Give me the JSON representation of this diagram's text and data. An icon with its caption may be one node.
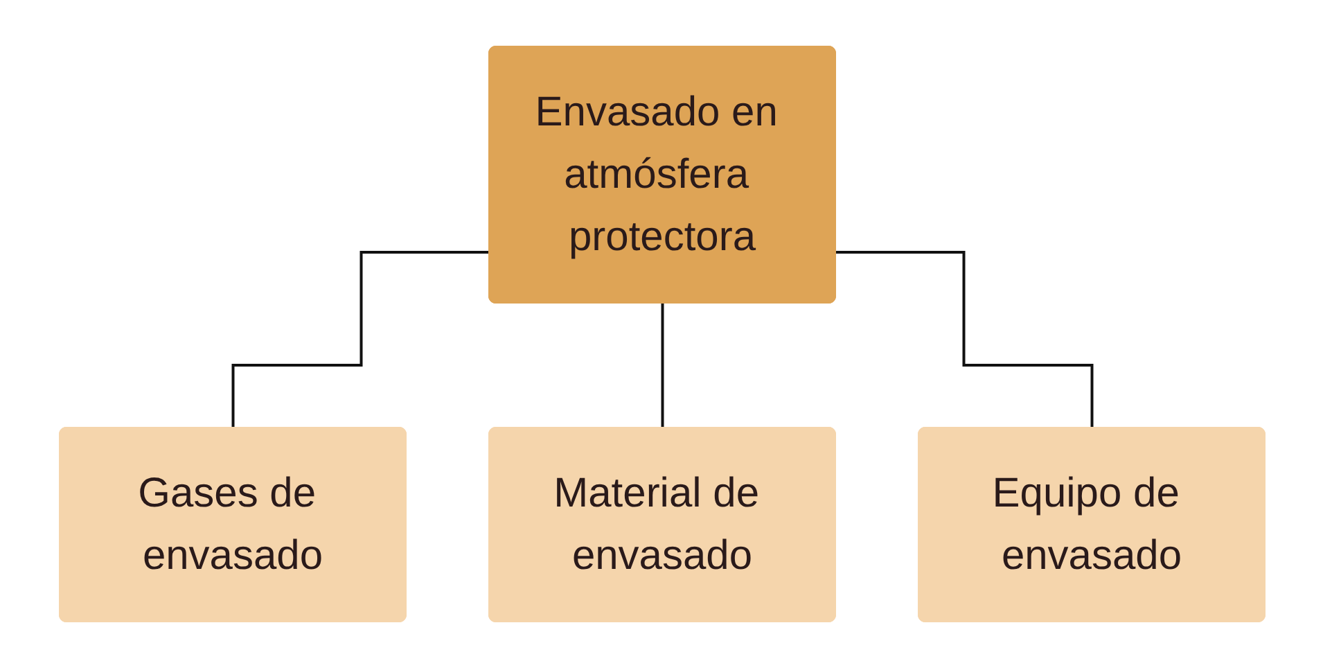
{
  "diagram": {
    "nodes": [
      {
        "text": [
          "Envasado en atmósfera protectora"
        ]
      },
      {
        "text": [
          "Gases de envasado"
        ]
      },
      {
        "text": [
          "Material de envasado"
        ]
      },
      {
        "text": [
          "Equipo de envasado"
        ]
      }
    ],
    "edges": [
      {
        "from": 0,
        "to": 1,
        "arrow": "none"
      },
      {
        "from": 0,
        "to": 2,
        "arrow": "none"
      },
      {
        "from": 0,
        "to": 3,
        "arrow": "none"
      }
    ]
  }
}
